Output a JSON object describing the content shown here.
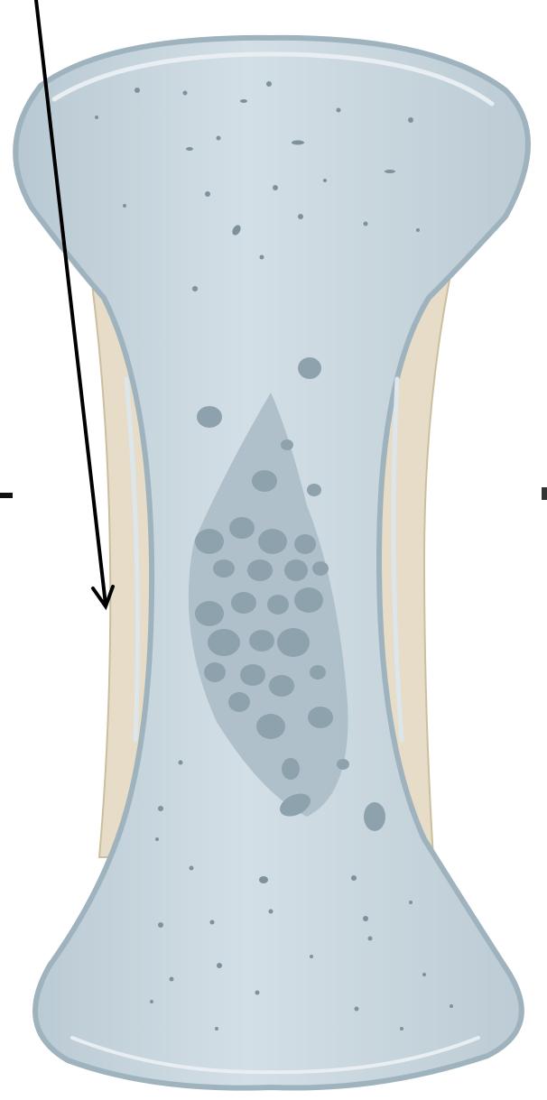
{
  "diagram": {
    "subject": "bone",
    "colors": {
      "background": "#ffffff",
      "bone_fill": "#c5d3dc",
      "bone_outline": "#9fb3bf",
      "bone_highlight": "#e2eaef",
      "periosteum": "#e6dcc8",
      "marrow_cavity": "#a9bbc6",
      "spongy_pores": "#8ea2ad",
      "speckles": "#7f929c",
      "arrow": "#000000"
    },
    "pointer": {
      "style": "arrow",
      "target": "periosteum-left"
    },
    "margin_marks": [
      "left-dash",
      "right-dash"
    ]
  }
}
